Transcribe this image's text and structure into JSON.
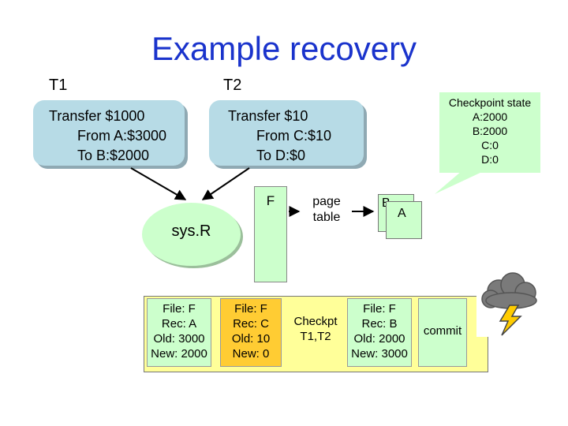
{
  "title": "Example recovery",
  "t1_label": "T1",
  "t2_label": "T2",
  "t1_box": [
    "Transfer $1000",
    "From A:$3000",
    "To B:$2000"
  ],
  "t2_box": [
    "Transfer $10",
    "From C:$10",
    "To D:$0"
  ],
  "checkpoint_state": [
    "Checkpoint state",
    "A:2000",
    "B:2000",
    "C:0",
    "D:0"
  ],
  "sysr_label": "sys.R",
  "f_label": "F",
  "page_table": [
    "page",
    "table"
  ],
  "page_b": "B",
  "page_a": "A",
  "log_records": {
    "rec_a": [
      "File: F",
      "Rec: A",
      "Old: 3000",
      "New: 2000"
    ],
    "rec_c": [
      "File: F",
      "Rec: C",
      "Old: 10",
      "New: 0"
    ],
    "checkpoint": [
      "Checkpt",
      "T1,T2"
    ],
    "rec_b": [
      "File: F",
      "Rec: B",
      "Old: 2000",
      "New: 3000"
    ],
    "commit": "commit"
  },
  "colors": {
    "title": "#1a33cc",
    "transaction_box": "#b7dbe6",
    "green": "#ccffcc",
    "log": "#ffff99",
    "orange_record": "#ffcc33"
  },
  "icons": [
    "storm-cloud-icon",
    "lightning-bolt-icon"
  ]
}
